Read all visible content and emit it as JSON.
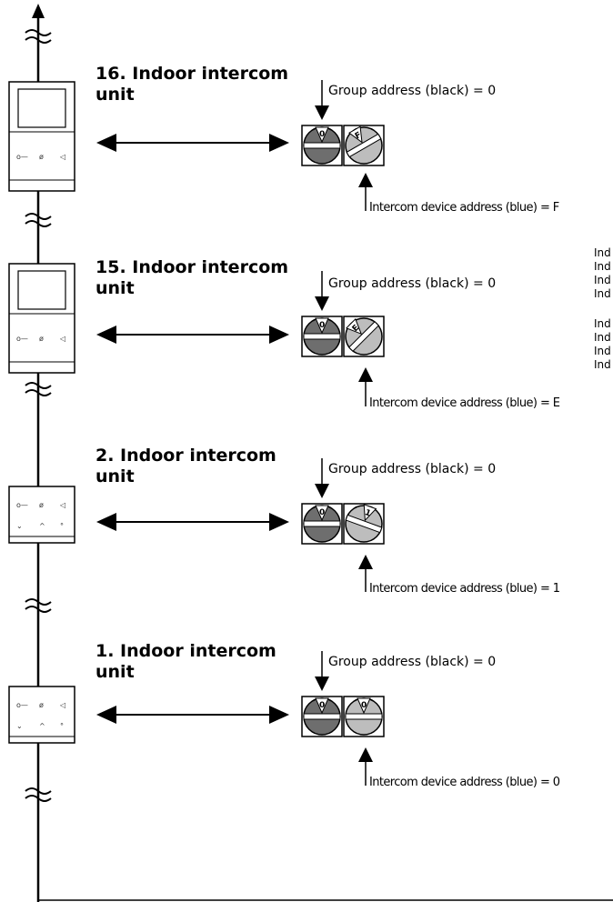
{
  "units": [
    {
      "title_line1": "16. Indoor intercom",
      "title_line2": "unit",
      "group_label": "Group address (black) = 0",
      "device_label": "Intercom device address (blue) = F",
      "group_digit": "0",
      "device_digit": "F",
      "device_type": "video"
    },
    {
      "title_line1": "15. Indoor intercom",
      "title_line2": "unit",
      "group_label": "Group address (black) = 0",
      "device_label": "Intercom device address (blue) = E",
      "group_digit": "0",
      "device_digit": "E",
      "device_type": "video"
    },
    {
      "title_line1": "2. Indoor intercom",
      "title_line2": "unit",
      "group_label": "Group address (black) = 0",
      "device_label": "Intercom device address (blue) = 1",
      "group_digit": "0",
      "device_digit": "1",
      "device_type": "audio"
    },
    {
      "title_line1": "1. Indoor intercom",
      "title_line2": "unit",
      "group_label": "Group address (black) = 0",
      "device_label": "Intercom device address (blue) = 0",
      "group_digit": "0",
      "device_digit": "0",
      "device_type": "audio"
    }
  ],
  "side_text": [
    "Ind",
    "Ind",
    "Ind",
    "Ind",
    "Ind",
    "Ind",
    "Ind",
    "Ind"
  ],
  "device_symbols": {
    "key": "o—",
    "mute": "ø",
    "speaker": "◁",
    "down": "⌄",
    "up": "^",
    "dot": "°"
  },
  "colors": {
    "line": "#000000",
    "group_dial": "#6e6e6e",
    "device_dial": "#bdbdbd"
  }
}
